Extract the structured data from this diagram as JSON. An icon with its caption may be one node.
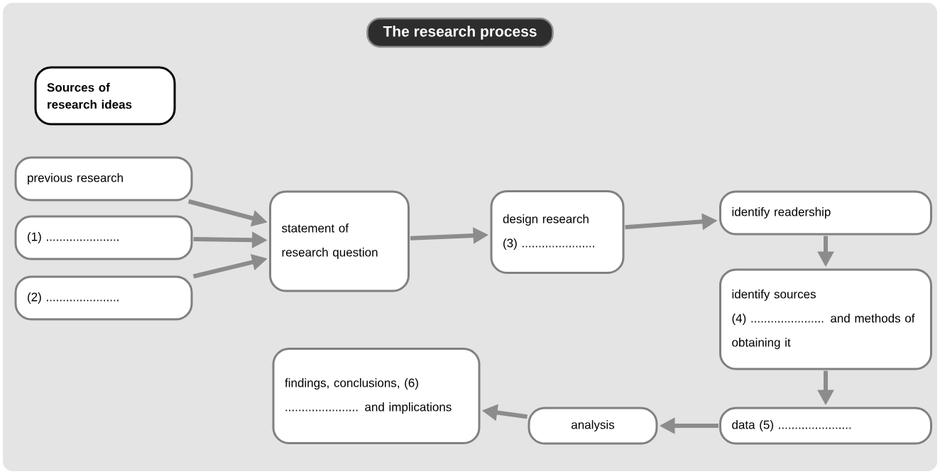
{
  "diagram": {
    "title": "The research process",
    "nodes": [
      {
        "text": [
          "Sources of research ideas"
        ]
      },
      {
        "text": [
          "previous research"
        ]
      },
      {
        "text": [
          "(1) ......................"
        ]
      },
      {
        "text": [
          "(2) ......................"
        ]
      },
      {
        "text": [
          "statement of research question"
        ]
      },
      {
        "text": [
          "design research",
          "(3) ......................"
        ]
      },
      {
        "text": [
          "identify readership"
        ]
      },
      {
        "text": [
          "identify sources",
          "(4) ...................... and methods of obtaining it"
        ]
      },
      {
        "text": [
          "data (5) ......................"
        ]
      },
      {
        "text": [
          "analysis"
        ]
      },
      {
        "text": [
          "findings, conclusions, (6) ...................... and implications"
        ]
      }
    ],
    "edges": [
      {
        "from": 1,
        "to": 4,
        "arrow": "to"
      },
      {
        "from": 2,
        "to": 4,
        "arrow": "to"
      },
      {
        "from": 3,
        "to": 4,
        "arrow": "to"
      },
      {
        "from": 4,
        "to": 5,
        "arrow": "to"
      },
      {
        "from": 5,
        "to": 6,
        "arrow": "to"
      },
      {
        "from": 6,
        "to": 7,
        "arrow": "to"
      },
      {
        "from": 7,
        "to": 8,
        "arrow": "to"
      },
      {
        "from": 8,
        "to": 9,
        "arrow": "to"
      },
      {
        "from": 9,
        "to": 10,
        "arrow": "to"
      }
    ]
  }
}
